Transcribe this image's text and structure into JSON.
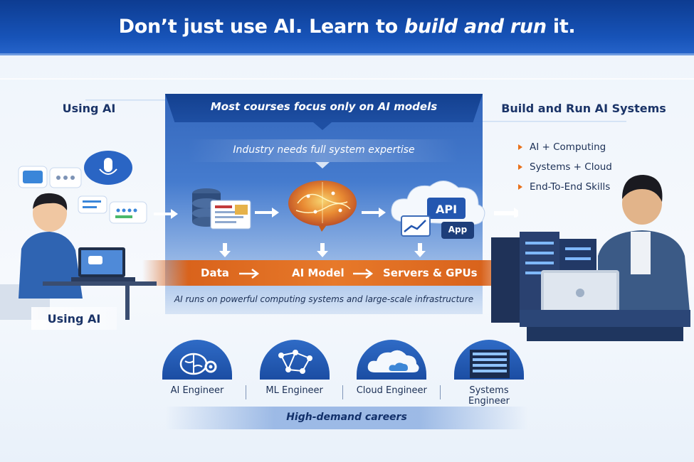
{
  "header": {
    "title_plain": "Don’t just use AI. Learn to ",
    "title_emph": "build and run",
    "title_end": " it."
  },
  "left": {
    "heading": "Using AI",
    "caption": "Using AI"
  },
  "center": {
    "banner": "Most courses focus only on AI models",
    "subbanner": "Industry needs full system expertise",
    "api_label": "API",
    "app_label": "App",
    "flow": [
      "Data",
      "AI Model",
      "Servers & GPUs"
    ],
    "caption": "AI runs on powerful computing systems and large-scale infrastructure"
  },
  "right": {
    "heading": "Build and Run AI Systems",
    "bullets": [
      "AI + Computing",
      "Systems + Cloud",
      "End-To-End Skills"
    ]
  },
  "careers": {
    "items": [
      "AI Engineer",
      "ML Engineer",
      "Cloud Engineer",
      "Systems Engineer"
    ],
    "banner": "High-demand careers"
  },
  "colors": {
    "header_blue": "#1753b8",
    "accent_orange": "#e7792a",
    "panel_blue": "#3c75cc"
  }
}
